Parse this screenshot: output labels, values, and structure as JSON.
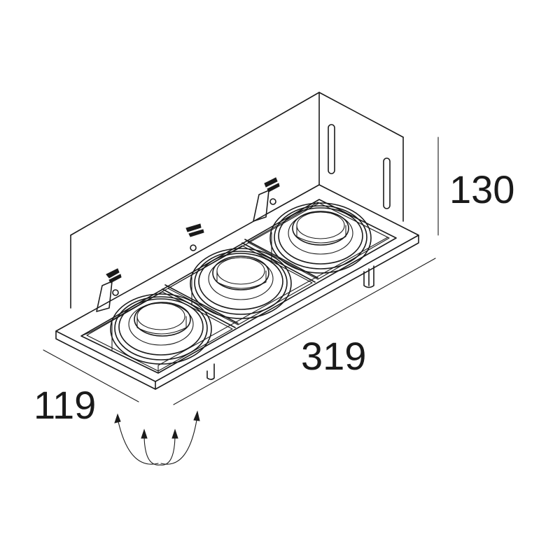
{
  "dimensions": {
    "height": "130",
    "length": "319",
    "depth": "119"
  },
  "colors": {
    "line": "#1a1a1a",
    "background": "#ffffff"
  },
  "icons": {
    "tilt": "tilt-arrows-icon"
  }
}
